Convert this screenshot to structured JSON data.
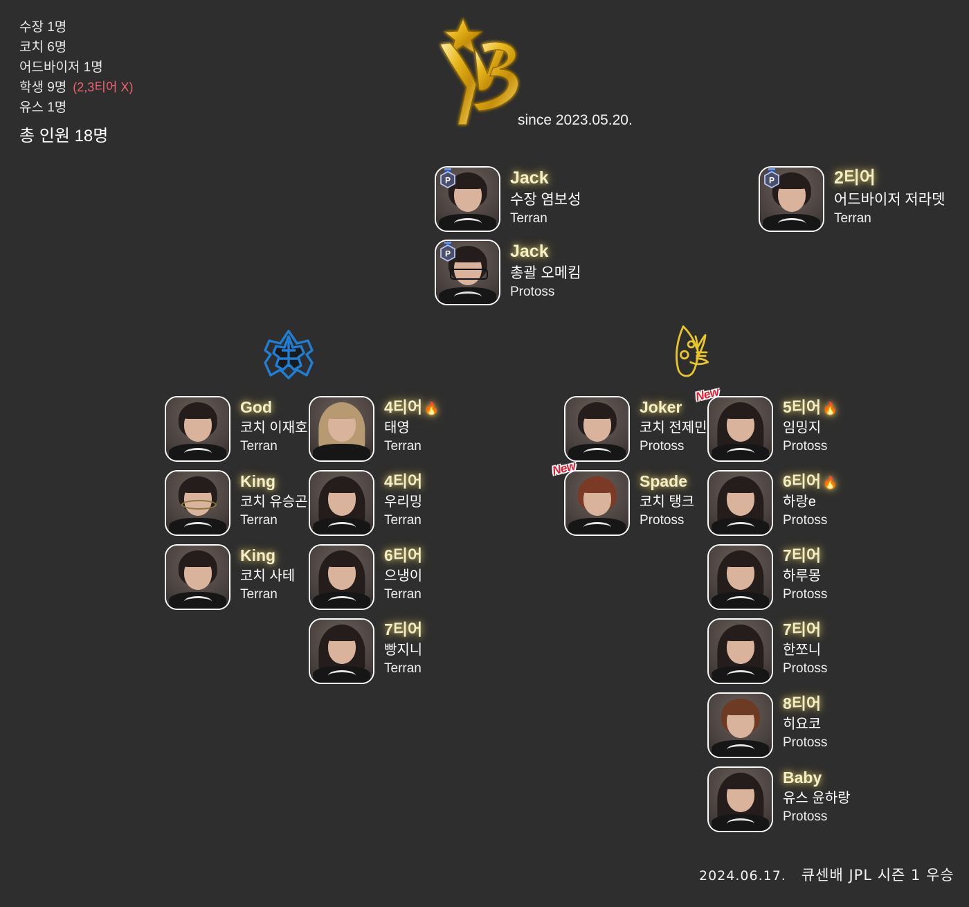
{
  "summary": {
    "lines": [
      "수장 1명",
      "코치 6명",
      "어드바이저 1명"
    ],
    "student_line": "학생 9명",
    "student_note": "(2,3티어 X)",
    "youth_line": "유스 1명",
    "total": "총 인원 18명"
  },
  "logo": {
    "mark": "yb-star-logo",
    "since": "since 2023.05.20."
  },
  "emblems": {
    "terran": "terran-logo",
    "protoss": "protoss-logo"
  },
  "leadership": [
    {
      "tier": "Jack",
      "name": "수장 염보성",
      "race": "Terran",
      "badge": "platinum-rank-badge",
      "new": false,
      "portrait": "portrait-yeombosung"
    },
    {
      "tier": "Jack",
      "name": "총괄 오메킴",
      "race": "Protoss",
      "badge": "platinum-rank-badge",
      "new": false,
      "portrait": "portrait-omekim"
    }
  ],
  "advisor": [
    {
      "tier": "2티어",
      "name": "어드바이저 저라뎃",
      "race": "Terran",
      "badge": "platinum-rank-badge",
      "new": false,
      "portrait": "portrait-jeoradet"
    }
  ],
  "terran_coaches": [
    {
      "tier": "God",
      "name": "코치 이재호",
      "race": "Terran",
      "new": false,
      "portrait": "portrait-leejaeho"
    },
    {
      "tier": "King",
      "name": "코치 유승곤",
      "race": "Terran",
      "new": false,
      "portrait": "portrait-yuseunggon"
    },
    {
      "tier": "King",
      "name": "코치 사테",
      "race": "Terran",
      "new": false,
      "portrait": "portrait-sate"
    }
  ],
  "terran_students": [
    {
      "tier": "4티어",
      "fire": true,
      "name": "태영",
      "race": "Terran",
      "new": false,
      "portrait": "portrait-taeyoung"
    },
    {
      "tier": "4티어",
      "fire": false,
      "name": "우리밍",
      "race": "Terran",
      "new": false,
      "portrait": "portrait-wooriming"
    },
    {
      "tier": "6티어",
      "fire": false,
      "name": "으냉이",
      "race": "Terran",
      "new": false,
      "portrait": "portrait-eunaengi"
    },
    {
      "tier": "7티어",
      "fire": false,
      "name": "빵지니",
      "race": "Terran",
      "new": false,
      "portrait": "portrait-ppangjini"
    }
  ],
  "protoss_coaches": [
    {
      "tier": "Joker",
      "name": "코치 전제민",
      "race": "Protoss",
      "new": false,
      "portrait": "portrait-jeonjemin"
    },
    {
      "tier": "Spade",
      "name": "코치 탱크",
      "race": "Protoss",
      "new": true,
      "portrait": "portrait-tank"
    }
  ],
  "protoss_students": [
    {
      "tier": "5티어",
      "fire": true,
      "name": "임밍지",
      "race": "Protoss",
      "new": true,
      "portrait": "portrait-immingji"
    },
    {
      "tier": "6티어",
      "fire": true,
      "name": "하랑e",
      "race": "Protoss",
      "new": false,
      "portrait": "portrait-harang-e"
    },
    {
      "tier": "7티어",
      "fire": false,
      "name": "하루몽",
      "race": "Protoss",
      "new": false,
      "portrait": "portrait-harumong"
    },
    {
      "tier": "7티어",
      "fire": false,
      "name": "한쪼니",
      "race": "Protoss",
      "new": false,
      "portrait": "portrait-hanjjoni"
    },
    {
      "tier": "8티어",
      "fire": false,
      "name": "히요코",
      "race": "Protoss",
      "new": false,
      "portrait": "portrait-hiyoko"
    },
    {
      "tier": "Baby",
      "fire": false,
      "name": "유스 윤하랑",
      "race": "Protoss",
      "new": false,
      "portrait": "portrait-yunharang"
    }
  ],
  "footer": {
    "date": "2024.06.17.",
    "text": "큐센배 JPL 시즌 1 우승"
  },
  "colors": {
    "background": "#2e2e2e",
    "tier_gold": "#f4efc6",
    "note_red": "#f0616f",
    "new_red": "#e8192c",
    "terran_blue": "#1f7fd4",
    "protoss_gold": "#e8c52a"
  }
}
